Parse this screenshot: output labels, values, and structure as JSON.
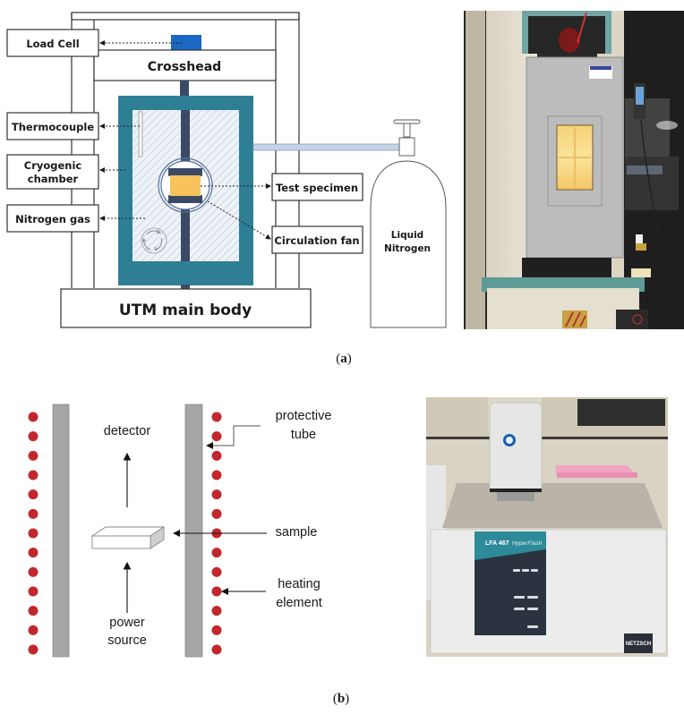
{
  "panel_a": {
    "caption_open": "(",
    "caption_letter": "a",
    "caption_close": ")",
    "labels": {
      "load_cell": "Load Cell",
      "crosshead": "Crosshead",
      "thermocouple": "Thermocouple",
      "cryogenic_line1": "Cryogenic",
      "cryogenic_line2": "chamber",
      "nitrogen_gas": "Nitrogen gas",
      "test_specimen": "Test specimen",
      "circulation_fan": "Circulation fan",
      "liquid_line1": "Liquid",
      "liquid_line2": "Nitrogen",
      "utm_main_body": "UTM main body"
    },
    "colors": {
      "chamber": "#2e7f94",
      "rod": "#3a4a66",
      "specimen": "#f7c35a",
      "load_cell": "#1b67c4",
      "pipe": "#c4d4e8",
      "hatch_bg": "#eef3f8"
    },
    "photo": {
      "description": "UTM with cryogenic chamber photograph"
    }
  },
  "panel_b": {
    "caption_open": "(",
    "caption_letter": "b",
    "caption_close": ")",
    "labels": {
      "detector": "detector",
      "protective_line1": "protective",
      "protective_line2": "tube",
      "sample": "sample",
      "heating_line1": "heating",
      "heating_line2": "element",
      "power_line1": "power",
      "power_line2": "source"
    },
    "colors": {
      "heater_dot": "#c1272d",
      "tube": "#a6a6a6"
    },
    "heater_dot_count_per_side": 13,
    "photo": {
      "model": "LFA 467",
      "brand_script": "HyperFlash",
      "maker": "NETZSCH"
    }
  }
}
